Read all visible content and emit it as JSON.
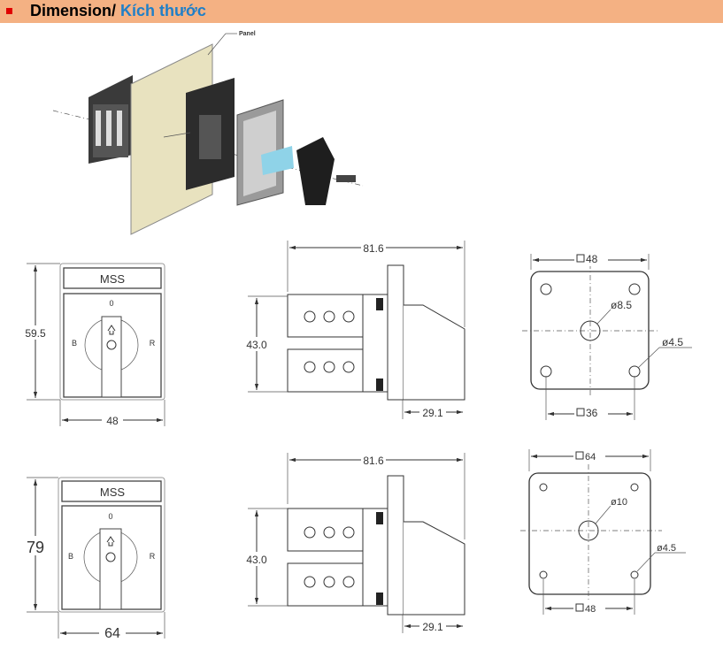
{
  "header": {
    "title_en": "Dimension/",
    "title_vi": "Kích thước",
    "bullet_color": "#e00000",
    "background": "#f4b183"
  },
  "illustration": {
    "panel_label": "Panel"
  },
  "row1": {
    "front": {
      "label": "MSS",
      "pos_top": "0",
      "pos_left": "B",
      "pos_right": "R",
      "height": "59.5",
      "width": "48"
    },
    "side": {
      "length": "81.6",
      "height": "43.0",
      "depth": "29.1"
    },
    "mount": {
      "outer": "48",
      "inner": "36",
      "center_hole": "ø8.5",
      "corner_hole": "ø4.5"
    }
  },
  "row2": {
    "front": {
      "label": "MSS",
      "pos_top": "0",
      "pos_left": "B",
      "pos_right": "R",
      "height": "79",
      "width": "64"
    },
    "side": {
      "length": "81.6",
      "height": "43.0",
      "depth": "29.1"
    },
    "mount": {
      "outer": "64",
      "inner": "48",
      "center_hole": "ø10",
      "corner_hole": "ø4.5"
    }
  }
}
